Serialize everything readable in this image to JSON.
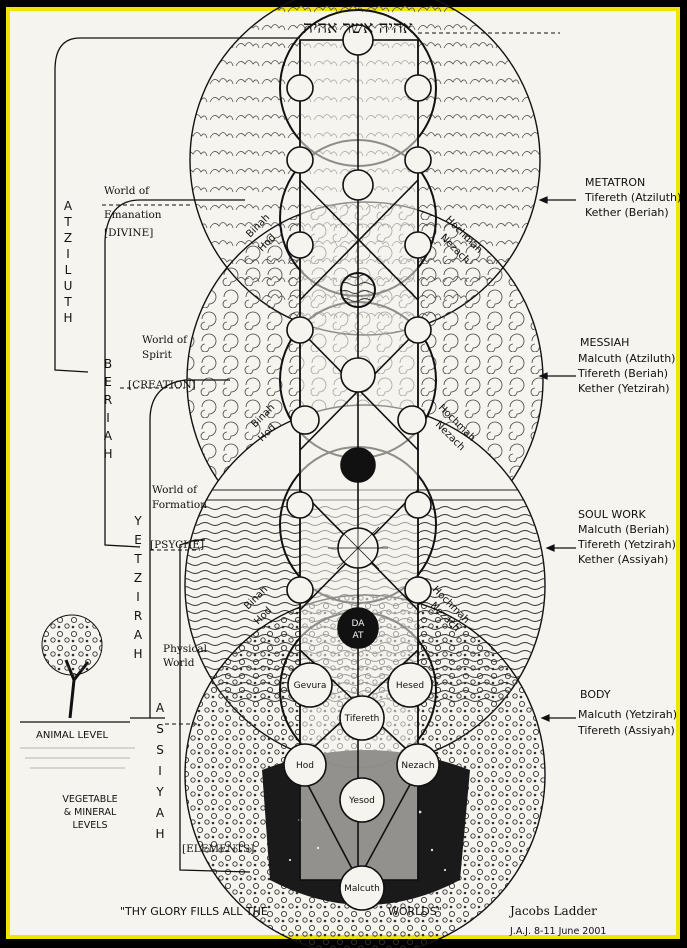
{
  "header": {
    "hebrew_title": "אהיה אשר אהיה"
  },
  "world_columns": {
    "atziluth": "ATZILUTH",
    "beriah": "BERIAH",
    "yetzirah": "YETZIRAH",
    "assiyah": "ASSIYAH"
  },
  "world_labels": {
    "emanation": [
      "World of",
      "Emanation"
    ],
    "divine": "[DIVINE]",
    "spirit": [
      "World of",
      "Spirit"
    ],
    "creation": "[CREATION]",
    "formation": [
      "World of",
      "Formation"
    ],
    "psyche": "[PSYCHE]",
    "physical": [
      "Physical",
      "World"
    ],
    "elements": "[ELEMENTS]"
  },
  "levels": {
    "animal": "ANIMAL LEVEL",
    "vegetable": [
      "VEGETABLE",
      "& MINERAL",
      "LEVELS"
    ]
  },
  "right_notes": [
    {
      "title": "METATRON",
      "lines": [
        "Tifereth (Atziluth)",
        "Kether (Beriah)"
      ]
    },
    {
      "title": "MESSIAH",
      "lines": [
        "Malcuth (Atziluth)",
        "Tifereth (Beriah)",
        "Kether (Yetzirah)"
      ]
    },
    {
      "title": "SOUL WORK",
      "lines": [
        "Malcuth (Beriah)",
        "Tifereth (Yetzirah)",
        "Kether (Assiyah)"
      ]
    },
    {
      "title": "BODY",
      "lines": [
        "Malcuth (Yetzirah)",
        "Tifereth (Assiyah)"
      ]
    }
  ],
  "sephiroth_labels": {
    "binah": "Binah",
    "hod": "Hod",
    "hochmah": "Hochmah",
    "nezach": "Nezach",
    "daat_top": "DA",
    "daat_bottom": "AT",
    "gevura": "Gevura",
    "hesed": "Hesed",
    "tifereth": "Tifereth",
    "yesod": "Yesod",
    "malcuth": "Malcuth"
  },
  "footer": {
    "quote": "\"THY GLORY FILLS ALL THE",
    "quote_end": "WORLDS\"",
    "title": "Jacobs Ladder",
    "credit": "J.A.J. 8-11 June 2001"
  },
  "colors": {
    "frame": "#f0e400",
    "ink": "#111111",
    "paper": "#f6f4ee"
  }
}
